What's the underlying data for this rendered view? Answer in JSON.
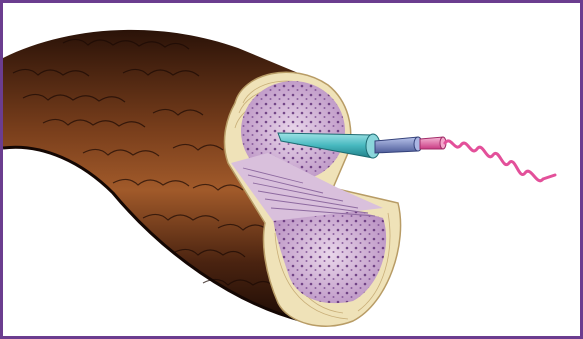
{
  "figure": {
    "frame_color": "#6b3d8f",
    "background": "#ffffff",
    "subject": "hair-shaft-cross-section",
    "layers": [
      {
        "name": "cuticle-scales",
        "color": "#5a2e16"
      },
      {
        "name": "cortex-fibers",
        "color": "#efe2b8"
      },
      {
        "name": "cortex-interior",
        "color": "#c9a6cf"
      },
      {
        "name": "macrofibril",
        "color": "#47b8bf"
      },
      {
        "name": "microfibril",
        "color": "#6d7fb8"
      },
      {
        "name": "protofibril",
        "color": "#e46aa6"
      },
      {
        "name": "alpha-helix",
        "color": "#e3509a"
      }
    ]
  }
}
